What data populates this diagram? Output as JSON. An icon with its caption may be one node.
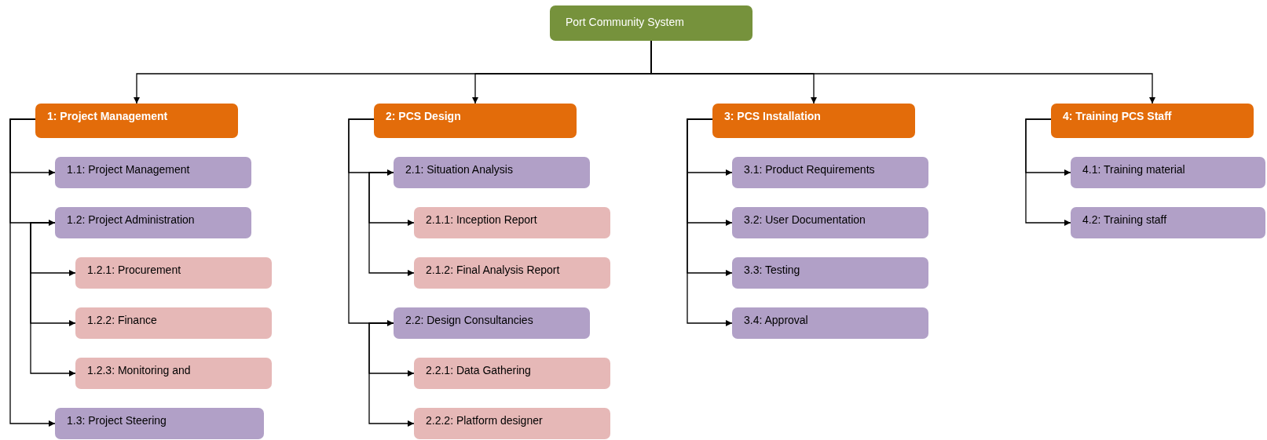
{
  "diagram": {
    "nodes": [
      {
        "text": [
          "Port Community System"
        ]
      },
      {
        "text": [
          "1: Project Management"
        ]
      },
      {
        "text": [
          "1.1: Project Management"
        ]
      },
      {
        "text": [
          "1.2: Project Administration"
        ]
      },
      {
        "text": [
          "1.2.1: Procurement"
        ]
      },
      {
        "text": [
          "1.2.2: Finance"
        ]
      },
      {
        "text": [
          "1.2.3: Monitoring and"
        ]
      },
      {
        "text": [
          "1.3: Project Steering"
        ]
      },
      {
        "text": [
          "2: PCS Design"
        ]
      },
      {
        "text": [
          "2.1: Situation Analysis"
        ]
      },
      {
        "text": [
          "2.1.1: Inception Report"
        ]
      },
      {
        "text": [
          "2.1.2: Final Analysis Report"
        ]
      },
      {
        "text": [
          "2.2: Design Consultancies"
        ]
      },
      {
        "text": [
          "2.2.1: Data Gathering"
        ]
      },
      {
        "text": [
          "2.2.2: Platform designer"
        ]
      },
      {
        "text": [
          "3: PCS Installation"
        ]
      },
      {
        "text": [
          "3.1: Product Requirements"
        ]
      },
      {
        "text": [
          "3.2: User Documentation"
        ]
      },
      {
        "text": [
          "3.3: Testing"
        ]
      },
      {
        "text": [
          "3.4: Approval"
        ]
      },
      {
        "text": [
          "4: Training PCS Staff"
        ]
      },
      {
        "text": [
          "4.1: Training material"
        ]
      },
      {
        "text": [
          "4.2: Training staff"
        ]
      }
    ],
    "edges": [
      {
        "from": 0,
        "to": 1,
        "arrow": "to"
      },
      {
        "from": 0,
        "to": 8,
        "arrow": "to"
      },
      {
        "from": 0,
        "to": 15,
        "arrow": "to"
      },
      {
        "from": 0,
        "to": 20,
        "arrow": "to"
      },
      {
        "from": 1,
        "to": 2,
        "arrow": "to"
      },
      {
        "from": 1,
        "to": 3,
        "arrow": "to"
      },
      {
        "from": 3,
        "to": 4,
        "arrow": "to"
      },
      {
        "from": 3,
        "to": 5,
        "arrow": "to"
      },
      {
        "from": 3,
        "to": 6,
        "arrow": "to"
      },
      {
        "from": 1,
        "to": 7,
        "arrow": "to"
      },
      {
        "from": 8,
        "to": 9,
        "arrow": "to"
      },
      {
        "from": 9,
        "to": 10,
        "arrow": "to"
      },
      {
        "from": 9,
        "to": 11,
        "arrow": "to"
      },
      {
        "from": 8,
        "to": 12,
        "arrow": "to"
      },
      {
        "from": 12,
        "to": 13,
        "arrow": "to"
      },
      {
        "from": 12,
        "to": 14,
        "arrow": "to"
      },
      {
        "from": 15,
        "to": 16,
        "arrow": "to"
      },
      {
        "from": 15,
        "to": 17,
        "arrow": "to"
      },
      {
        "from": 15,
        "to": 18,
        "arrow": "to"
      },
      {
        "from": 15,
        "to": 19,
        "arrow": "to"
      },
      {
        "from": 20,
        "to": 21,
        "arrow": "to"
      },
      {
        "from": 20,
        "to": 22,
        "arrow": "to"
      }
    ]
  }
}
